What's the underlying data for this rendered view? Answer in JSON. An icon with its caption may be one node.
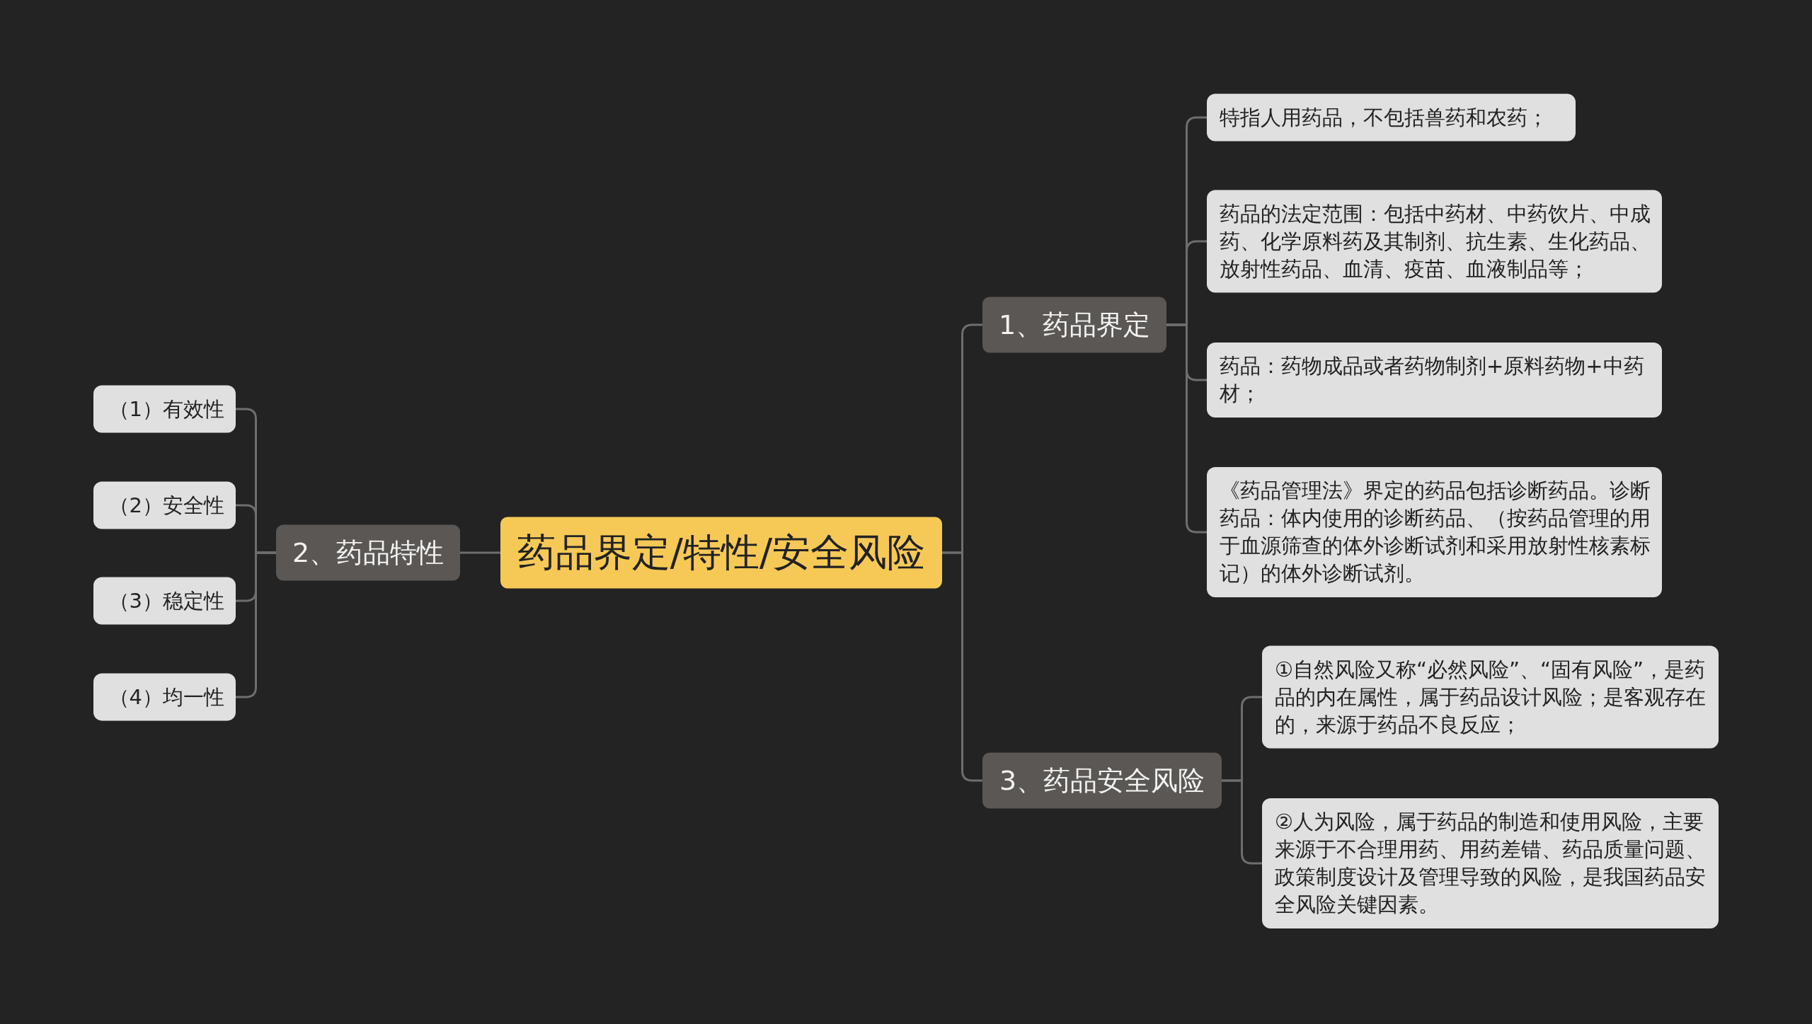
{
  "diagram": {
    "nodes": [
      {
        "text": [
          "药品界定/特性/安全风险"
        ]
      },
      {
        "text": [
          "1、药品界定"
        ]
      },
      {
        "text": [
          "特指人用药品，不包括兽药和农药；"
        ]
      },
      {
        "text": [
          "药品的法定范围：包括中药材、中药饮片、中成药、化学原料药及其制剂、抗生素、生化药品、放射性药品、血清、疫苗、血液制品等；"
        ]
      },
      {
        "text": [
          "药品：药物成品或者药物制剂+原料药物+中药材；"
        ]
      },
      {
        "text": [
          "《药品管理法》界定的药品包括诊断药品。诊断药品：体内使用的诊断药品、（按药品管理的用于血源筛查的体外诊断试剂和采用放射性核素标记）的体外诊断试剂。"
        ]
      },
      {
        "text": [
          "2、药品特性"
        ]
      },
      {
        "text": [
          "（1）有效性"
        ]
      },
      {
        "text": [
          "（2）安全性"
        ]
      },
      {
        "text": [
          "（3）稳定性"
        ]
      },
      {
        "text": [
          "（4）均一性"
        ]
      },
      {
        "text": [
          "3、药品安全风险"
        ]
      },
      {
        "text": [
          "①自然风险又称“必然风险”、“固有风险”，是药品的内在属性，属于药品设计风险；是客观存在的，来源于药品不良反应；"
        ]
      },
      {
        "text": [
          "②人为风险，属于药品的制造和使用风险，主要来源于不合理用药、用药差错、药品质量问题、政策制度设计及管理导致的风险，是我国药品安全风险关键因素。"
        ]
      }
    ],
    "edges": [
      {
        "from": 0,
        "to": 1,
        "arrow": "none"
      },
      {
        "from": 1,
        "to": 2,
        "arrow": "none"
      },
      {
        "from": 1,
        "to": 3,
        "arrow": "none"
      },
      {
        "from": 1,
        "to": 4,
        "arrow": "none"
      },
      {
        "from": 1,
        "to": 5,
        "arrow": "none"
      },
      {
        "from": 0,
        "to": 6,
        "arrow": "none"
      },
      {
        "from": 6,
        "to": 7,
        "arrow": "none"
      },
      {
        "from": 6,
        "to": 8,
        "arrow": "none"
      },
      {
        "from": 6,
        "to": 9,
        "arrow": "none"
      },
      {
        "from": 6,
        "to": 10,
        "arrow": "none"
      },
      {
        "from": 0,
        "to": 11,
        "arrow": "none"
      },
      {
        "from": 11,
        "to": 12,
        "arrow": "none"
      },
      {
        "from": 11,
        "to": 13,
        "arrow": "none"
      }
    ]
  }
}
